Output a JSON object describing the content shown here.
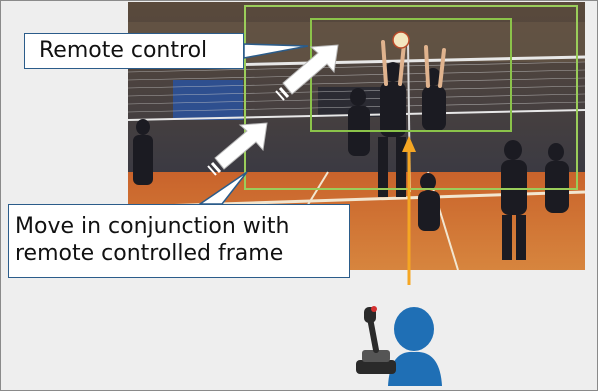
{
  "labels": {
    "remote_control": "Remote control",
    "move_line1": "Move in conjunction with",
    "move_line2": "remote controlled frame"
  },
  "icons": {
    "operator": "operator-joystick-icon",
    "move_arrows": "white-double-arrow-icon"
  },
  "colors": {
    "background": "#eeeeee",
    "outer_frame": "#9acd5a",
    "inner_frame": "#8bc34a",
    "orange_line": "#f5a623",
    "callout_border": "#2b5c8a",
    "operator": "#1f6fb5"
  }
}
